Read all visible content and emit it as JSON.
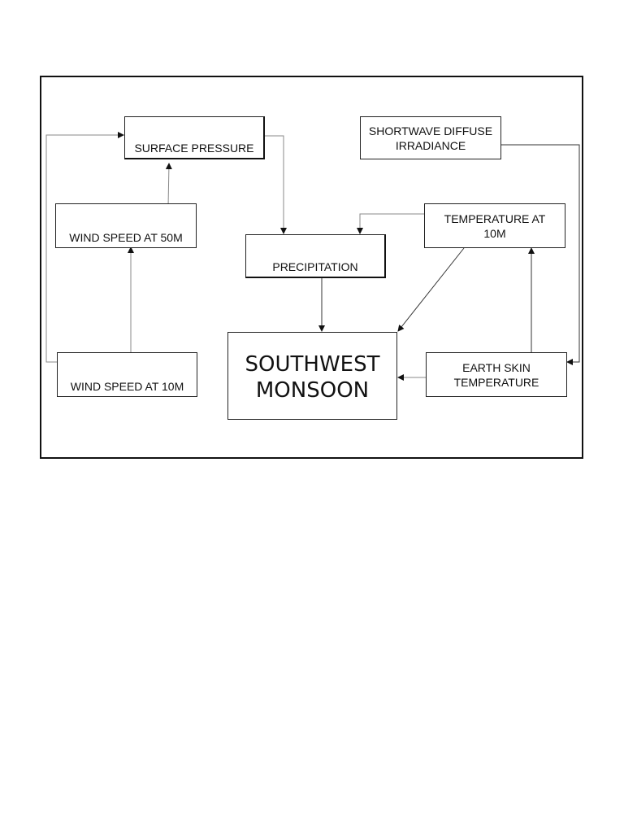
{
  "diagram": {
    "nodes": {
      "surface_pressure": "SURFACE PRESSURE",
      "shortwave_line1": "SHORTWAVE DIFFUSE",
      "shortwave_line2": "IRRADIANCE",
      "wind_speed_50m": "WIND SPEED AT 50M",
      "precipitation": "PRECIPITATION",
      "temperature_line1": "TEMPERATURE AT",
      "temperature_line2": "10M",
      "wind_speed_10m": "WIND SPEED AT 10M",
      "monsoon_line1": "SOUTHWEST",
      "monsoon_line2": "MONSOON",
      "earth_skin_line1": "EARTH SKIN",
      "earth_skin_line2": "TEMPERATURE"
    },
    "edges": [
      {
        "from": "wind_speed_10m",
        "to": "wind_speed_50m"
      },
      {
        "from": "wind_speed_50m",
        "to": "surface_pressure"
      },
      {
        "from": "wind_speed_10m",
        "to": "surface_pressure"
      },
      {
        "from": "surface_pressure",
        "to": "precipitation"
      },
      {
        "from": "temperature_10m",
        "to": "precipitation"
      },
      {
        "from": "precipitation",
        "to": "southwest_monsoon"
      },
      {
        "from": "temperature_10m",
        "to": "southwest_monsoon"
      },
      {
        "from": "earth_skin_temperature",
        "to": "southwest_monsoon"
      },
      {
        "from": "earth_skin_temperature",
        "to": "temperature_10m"
      },
      {
        "from": "shortwave_diffuse_irradiance",
        "to": "earth_skin_temperature"
      }
    ]
  }
}
